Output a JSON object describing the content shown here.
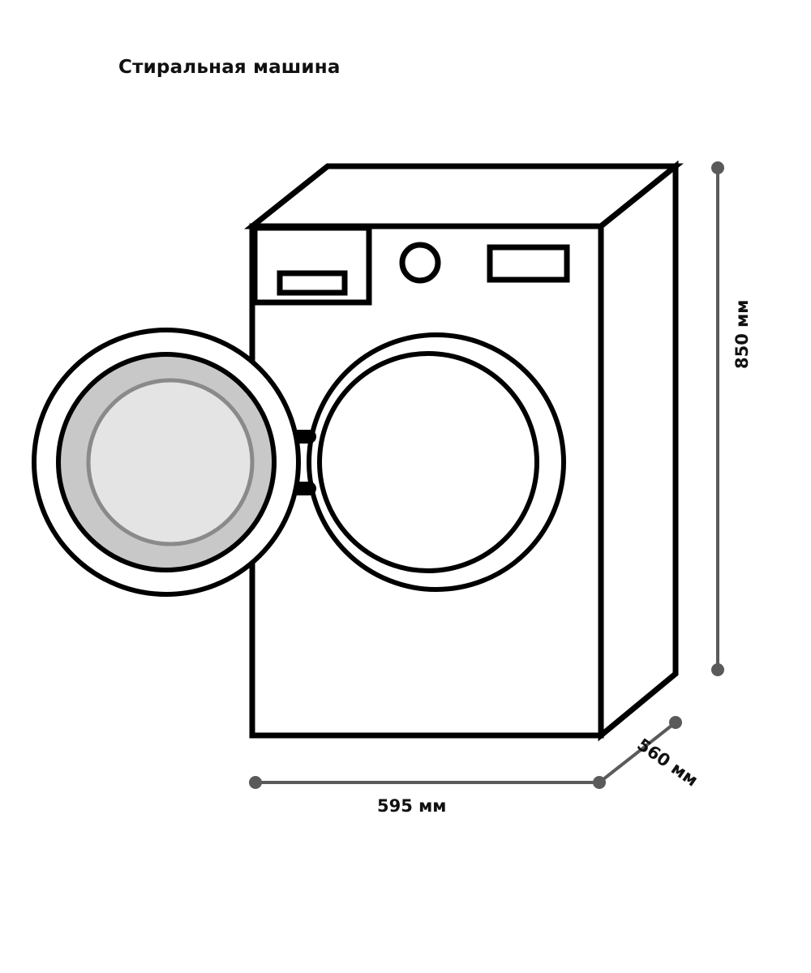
{
  "title": "Стиральная машина",
  "product": {
    "type": "washing-machine",
    "view": "isometric-front-left with open door"
  },
  "dimensions": {
    "height": {
      "label": "850 мм",
      "value": 850,
      "unit": "мм",
      "orientation": "vertical",
      "side": "right"
    },
    "width": {
      "label": "595 мм",
      "value": 595,
      "unit": "мм",
      "orientation": "horizontal",
      "side": "bottom"
    },
    "depth": {
      "label": "560 мм",
      "value": 560,
      "unit": "мм",
      "orientation": "diagonal",
      "side": "bottom-right"
    }
  },
  "parts": {
    "cabinet": "cabinet-body",
    "top_panel": "top-panel",
    "side_panel": "right-side-panel",
    "detergent_drawer": "detergent-drawer",
    "drawer_slot": "drawer-handle-slot",
    "control_knob": "program-selector-knob",
    "display": "control-display",
    "drum_opening": "drum-opening",
    "door": "porthole-door",
    "door_glass": "door-glass",
    "hinge_top": "door-hinge-top",
    "hinge_bottom": "door-hinge-bottom"
  },
  "colors": {
    "outline": "#000000",
    "dimension_line": "#5a5a5a",
    "door_ring": "#c8c8c8",
    "door_glass": "#e4e4e4",
    "door_glass_edge": "#8a8a8a",
    "text": "#111111",
    "background": "#ffffff"
  }
}
